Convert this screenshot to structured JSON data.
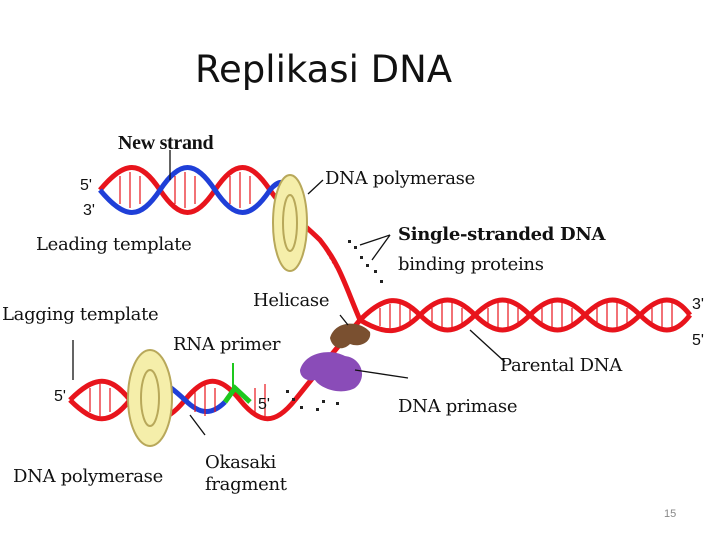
{
  "slide": {
    "title": "Replikasi DNA",
    "page_number": "15"
  },
  "diagram": {
    "labels": {
      "new_strand": "New strand",
      "dna_polymerase_top": "DNA polymerase",
      "single_stranded_bold": "Single-stranded DNA",
      "binding_proteins": "binding proteins",
      "leading_template": "Leading template",
      "helicase": "Helicase",
      "lagging_template": "Lagging template",
      "rna_primer": "RNA primer",
      "parental_dna": "Parental DNA",
      "dna_primase": "DNA primase",
      "dna_polymerase_bottom": "DNA polymerase",
      "okasaki_line1": "Okasaki",
      "okasaki_line2": "fragment"
    },
    "ends": {
      "top_5": "5'",
      "top_3": "3'",
      "right_3": "3'",
      "right_5": "5'",
      "bottom_5": "5'",
      "primer_5": "5'"
    },
    "colors": {
      "parental_strand": "#e8141c",
      "new_strand": "#1f3fd8",
      "primer": "#1ec81e",
      "polymerase_ring": "#f5eeaa",
      "helicase": "#7a5030",
      "primase": "#8a4cb8",
      "binding_protein_dots": "#222222"
    }
  }
}
